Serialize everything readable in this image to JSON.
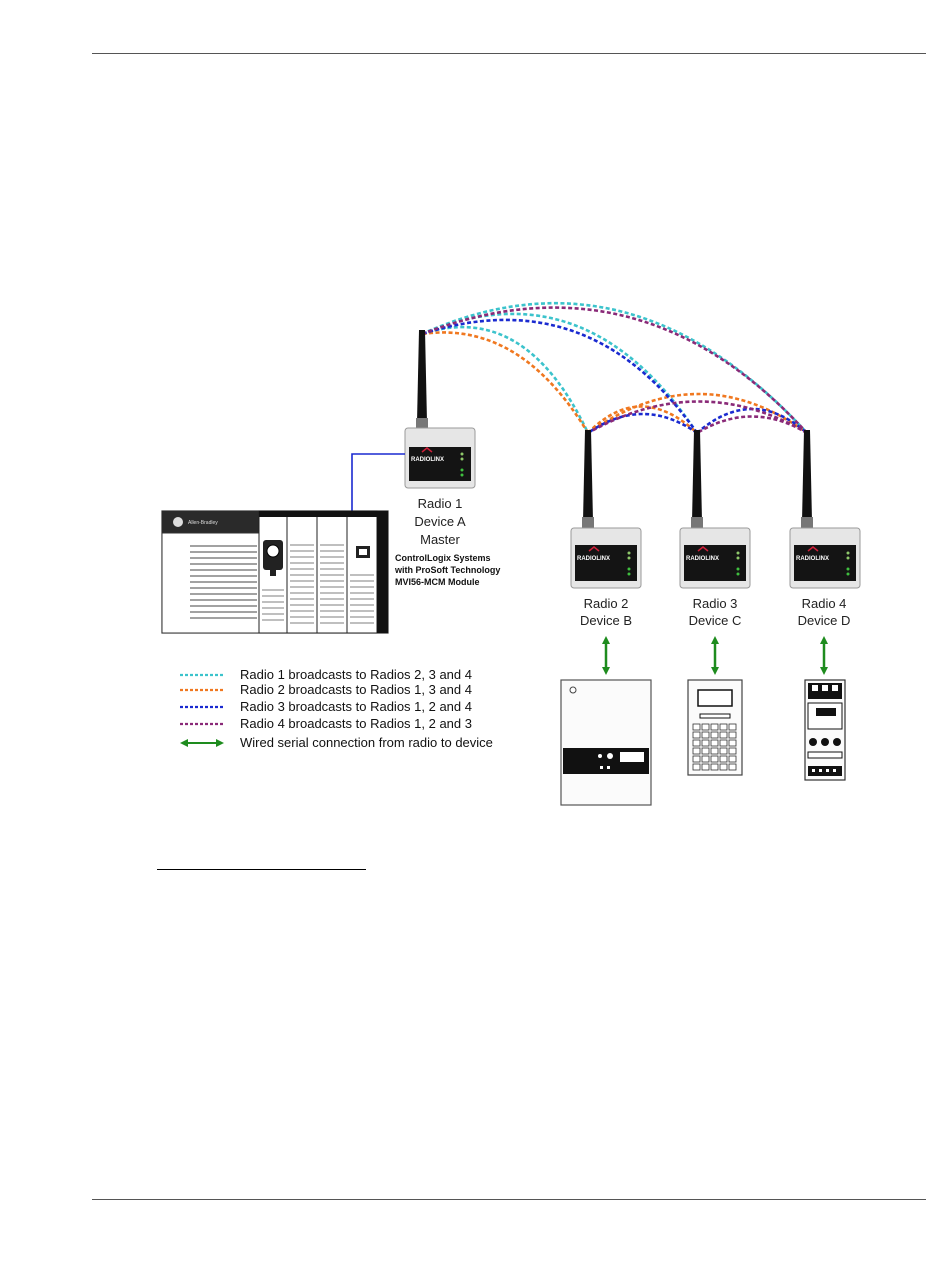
{
  "radios": [
    {
      "name": "Radio 1",
      "device": "Device A",
      "role": "Master",
      "brand": "RADIOLINX"
    },
    {
      "name": "Radio 2",
      "device": "Device B",
      "brand": "RADIOLINX"
    },
    {
      "name": "Radio 3",
      "device": "Device C",
      "brand": "RADIOLINX"
    },
    {
      "name": "Radio 4",
      "device": "Device D",
      "brand": "RADIOLINX"
    }
  ],
  "plc": {
    "caption_line1": "ControlLogix Systems",
    "caption_line2": "with ProSoft Technology",
    "caption_line3": "MVI56-MCM Module",
    "brand": "Allen-Bradley"
  },
  "legend": [
    {
      "text": "Radio 1 broadcasts to Radios 2, 3 and 4",
      "color": "#3cc3cc",
      "style": "dashed"
    },
    {
      "text": "Radio 2 broadcasts to Radios 1, 3 and 4",
      "color": "#f07820",
      "style": "dashed"
    },
    {
      "text": "Radio 3 broadcasts to Radios 1, 2 and 4",
      "color": "#1a2ad0",
      "style": "dashed"
    },
    {
      "text": "Radio 4 broadcasts to Radios 1, 2 and 3",
      "color": "#8a2a78",
      "style": "dashed"
    },
    {
      "text": "Wired serial connection from radio to device",
      "color": "#1e8c1e",
      "style": "double-arrow"
    }
  ]
}
